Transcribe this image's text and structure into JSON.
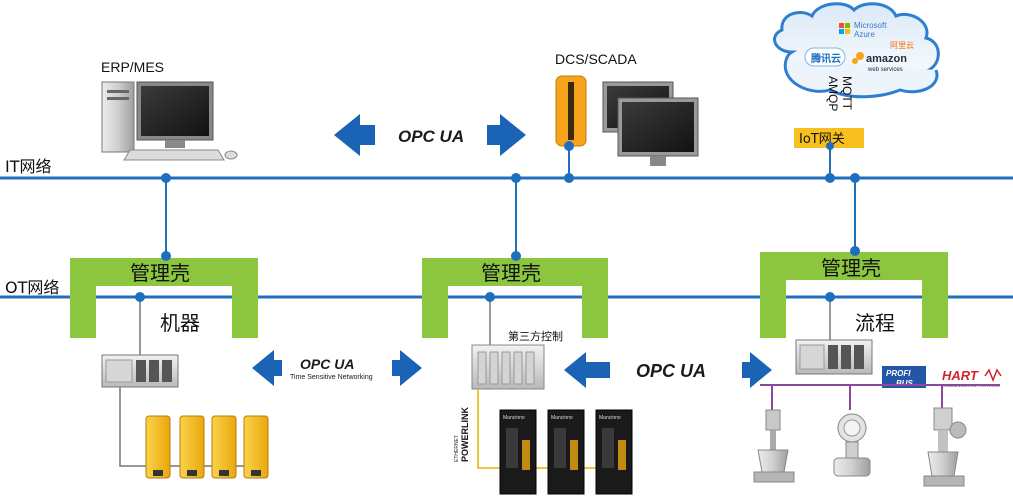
{
  "networks": {
    "it_label": "IT网络",
    "ot_label": "OT网络"
  },
  "nodes": {
    "erp_mes": "ERP/MES",
    "dcs_scada": "DCS/SCADA",
    "iot_gateway": "IoT网关",
    "mqtt": "MQTT",
    "amqp": "AMQP"
  },
  "shells": [
    {
      "title": "管理壳",
      "caption": "机器"
    },
    {
      "title": "管理壳",
      "caption": ""
    },
    {
      "title": "管理壳",
      "caption": "流程"
    }
  ],
  "third_party_control": "第三方控制",
  "opc_ua": {
    "logo_text": "OPC UA",
    "tsn_subtitle": "Time Sensitive Networking"
  },
  "cloud": {
    "microsoft": "Microsoft",
    "azure": "Azure",
    "tencent": "腾讯云",
    "aliyun": "阿里云",
    "amazon": "amazon",
    "web_services": "web services"
  },
  "fieldbus": {
    "profi": "PROFI",
    "bus": "BUS",
    "hart": "HART",
    "hart_sub": "COMMUNICATION PROTOCOL"
  },
  "powerlink": {
    "ethernet": "ETHERNET",
    "powerlink": "POWERLINK"
  },
  "drives": {
    "brand": "Mancinno"
  },
  "colors": {
    "network_line": "#1f6fbf",
    "shell_green": "#8cc63f",
    "arrow_blue": "#1a63b5",
    "gateway_yellow": "#f7c01f",
    "device_yellow": "#f5b915",
    "purple_line": "#8a4a9c",
    "fieldbus_blue": "#2555a7",
    "hart_red": "#d2232a"
  }
}
